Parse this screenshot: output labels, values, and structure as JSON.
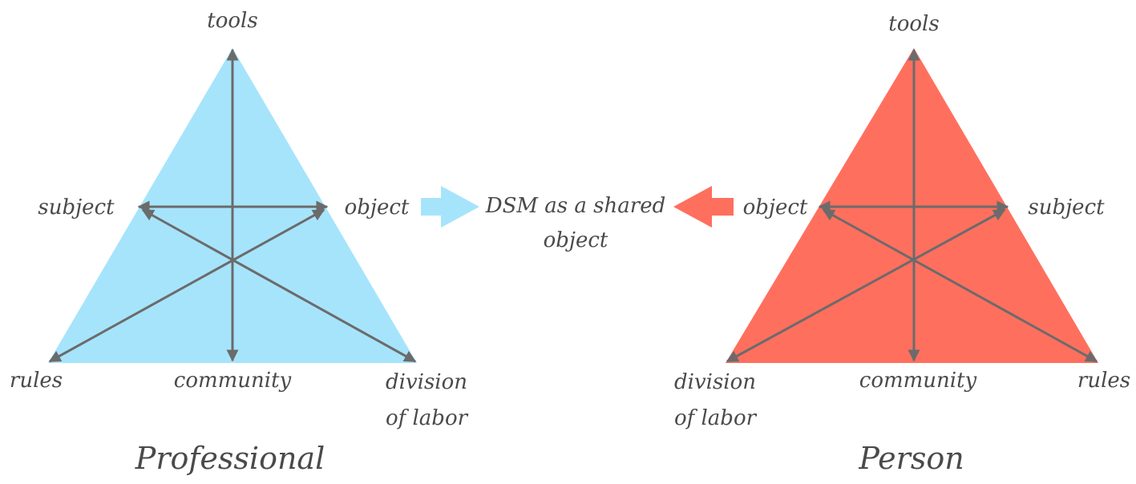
{
  "colors": {
    "professional_fill": "#a6e4fc",
    "person_fill": "#ff6f5e",
    "line": "#6b6b6b",
    "text": "#4a4a4a",
    "left_arrow": "#a6e4fc",
    "right_arrow": "#ff6f5e"
  },
  "professional": {
    "caption": "Professional",
    "tools": "tools",
    "subject": "subject",
    "object": "object",
    "rules": "rules",
    "community": "community",
    "division_line1": "division",
    "division_line2": "of labor"
  },
  "center": {
    "line1": "DSM as a shared",
    "line2": "object"
  },
  "person": {
    "caption": "Person",
    "tools": "tools",
    "object": "object",
    "subject": "subject",
    "division_line1": "division",
    "division_line2": "of labor",
    "community": "community",
    "rules": "rules"
  }
}
